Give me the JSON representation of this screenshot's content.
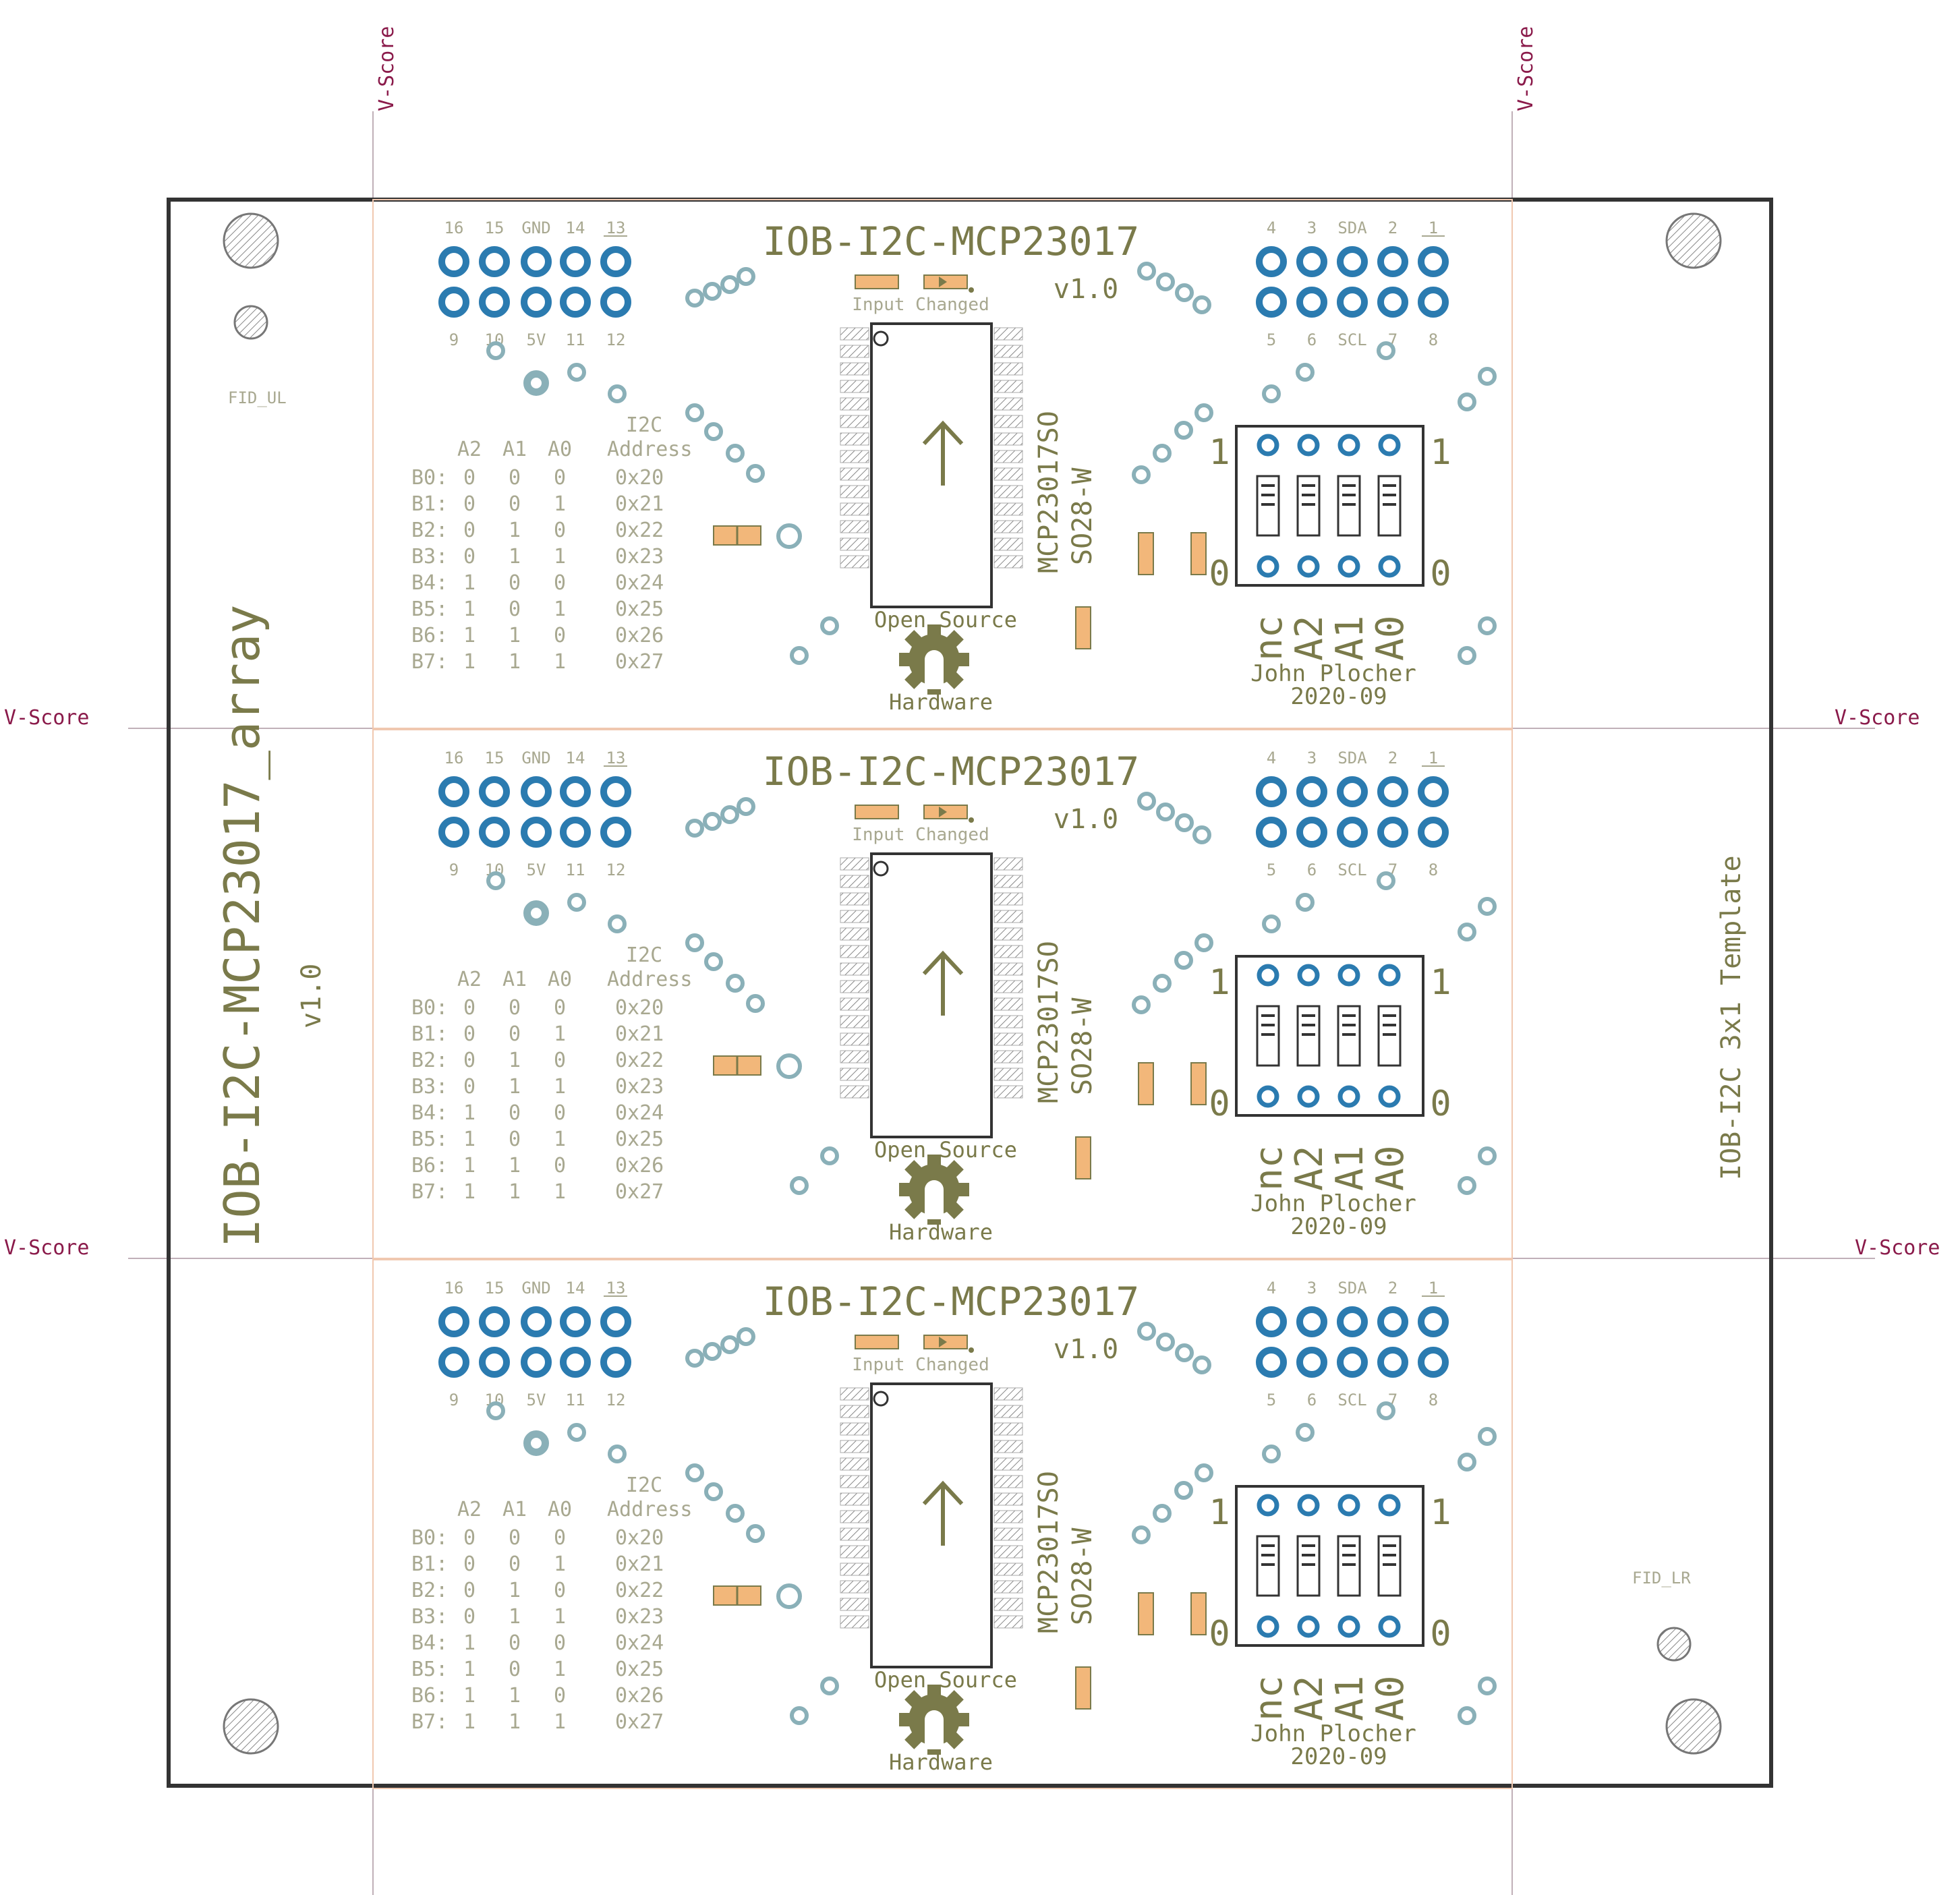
{
  "panel": {
    "title": "IOB-I2C-MCP23017_array",
    "version": "v1.0",
    "template_label": "IOB-I2C 3x1 Template",
    "vscore_label": "V-Score",
    "fid_ul": "FID_UL",
    "fid_lr": "FID_LR"
  },
  "module": {
    "title": "IOB-I2C-MCP23017",
    "version": "v1.0",
    "led_label": "Input Changed",
    "chip_label": "MCP23017SO",
    "package_label": "SO28-W",
    "oshw_top": "Open Source",
    "oshw_bottom": "Hardware",
    "author": "John Plocher",
    "date": "2020-09",
    "left_header_top": [
      "16",
      "15",
      "GND",
      "14",
      "13"
    ],
    "left_header_bottom": [
      "9",
      "10",
      "5V",
      "11",
      "12"
    ],
    "right_header_top": [
      "4",
      "3",
      "SDA",
      "2",
      "1"
    ],
    "right_header_bottom": [
      "5",
      "6",
      "SCL",
      "7",
      "8"
    ],
    "dip_one": "1",
    "dip_zero": "0",
    "dip_labels": [
      "nc",
      "A2",
      "A1",
      "A0"
    ],
    "addr_title_line1": "I2C",
    "addr_title_line2": "Address",
    "addr_columns": [
      "A2",
      "A1",
      "A0"
    ],
    "addr_rows": [
      {
        "label": "B0:",
        "a2": "0",
        "a1": "0",
        "a0": "0",
        "addr": "0x20"
      },
      {
        "label": "B1:",
        "a2": "0",
        "a1": "0",
        "a0": "1",
        "addr": "0x21"
      },
      {
        "label": "B2:",
        "a2": "0",
        "a1": "1",
        "a0": "0",
        "addr": "0x22"
      },
      {
        "label": "B3:",
        "a2": "0",
        "a1": "1",
        "a0": "1",
        "addr": "0x23"
      },
      {
        "label": "B4:",
        "a2": "1",
        "a1": "0",
        "a0": "0",
        "addr": "0x24"
      },
      {
        "label": "B5:",
        "a2": "1",
        "a1": "0",
        "a0": "1",
        "addr": "0x25"
      },
      {
        "label": "B6:",
        "a2": "1",
        "a1": "1",
        "a0": "0",
        "addr": "0x26"
      },
      {
        "label": "B7:",
        "a2": "1",
        "a1": "1",
        "a0": "1",
        "addr": "0x27"
      }
    ]
  },
  "colors": {
    "silk": "#7a7a4a",
    "silk_faint": "#a8a890",
    "outline": "#333333",
    "vscore": "#8a1a4a",
    "pad_blue": "#2b7bb0",
    "smd": "#f2b77a",
    "via": "#8ab0b8",
    "board_edge": "#f0c8b0"
  }
}
